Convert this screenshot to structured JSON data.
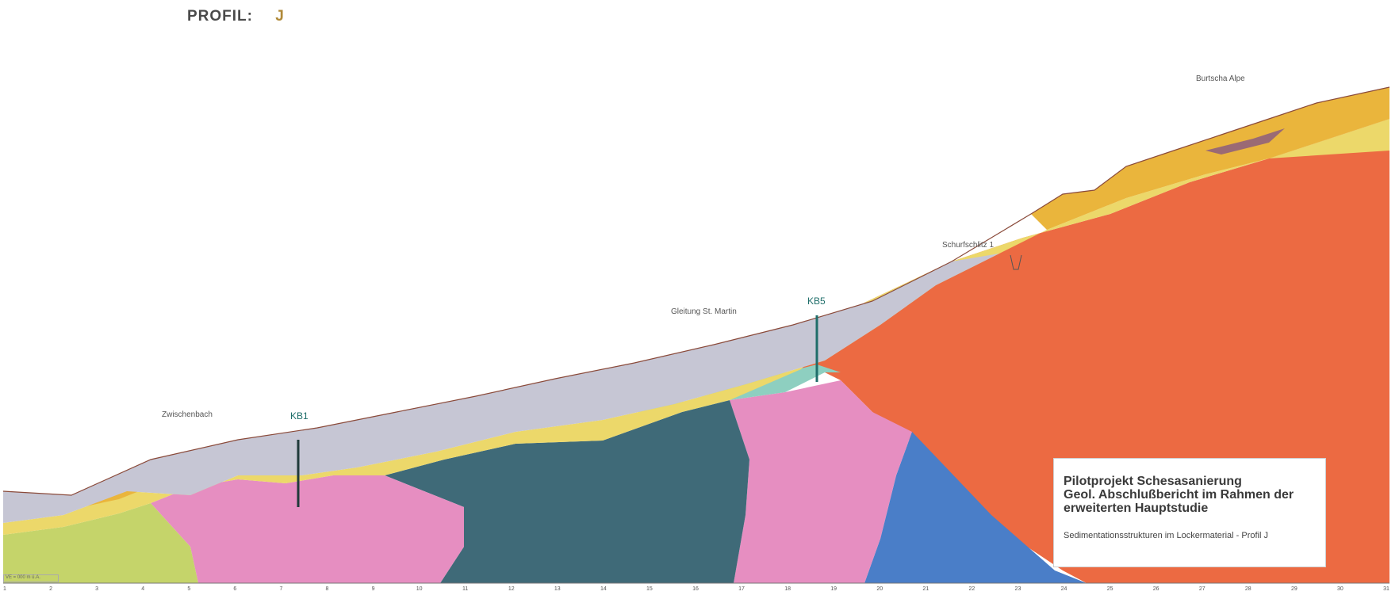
{
  "heading": {
    "label": "PROFIL:",
    "profile_id": "J"
  },
  "places": {
    "zwischenbach": "Zwischenbach",
    "gleitung": "Gleitung St. Martin",
    "schurfschlitz": "Schurfschlitz 1",
    "burtscha": "Burtscha Alpe"
  },
  "boreholes": {
    "kb1": "KB1",
    "kb5": "KB5"
  },
  "legend": {
    "title_1": "Pilotprojekt Schesasanierung",
    "title_2": "Geol. Abschlußbericht im Rahmen der",
    "title_3": "erweiterten Hauptstudie",
    "subtitle": "Sedimentationsstrukturen im Lockermaterial - Profil J"
  },
  "scale_note": "VE = 000 m ü.A.",
  "ticks": [
    "1",
    "2",
    "3",
    "4",
    "5",
    "6",
    "7",
    "8",
    "9",
    "10",
    "11",
    "12",
    "13",
    "14",
    "15",
    "16",
    "17",
    "18",
    "19",
    "20",
    "21",
    "22",
    "23",
    "24",
    "25",
    "26",
    "27",
    "28",
    "29",
    "30",
    "31"
  ],
  "colors": {
    "gray_debris": "#c6c6d4",
    "yellow": "#ecd86a",
    "orange_yellow": "#eab53c",
    "teal": "#8ecfc0",
    "green_olive": "#c5d46a",
    "pink": "#e68ec1",
    "dark_slate": "#3f6a78",
    "blue": "#4a7ec8",
    "red_orange": "#ec6a42",
    "brown": "#9a6a74"
  }
}
